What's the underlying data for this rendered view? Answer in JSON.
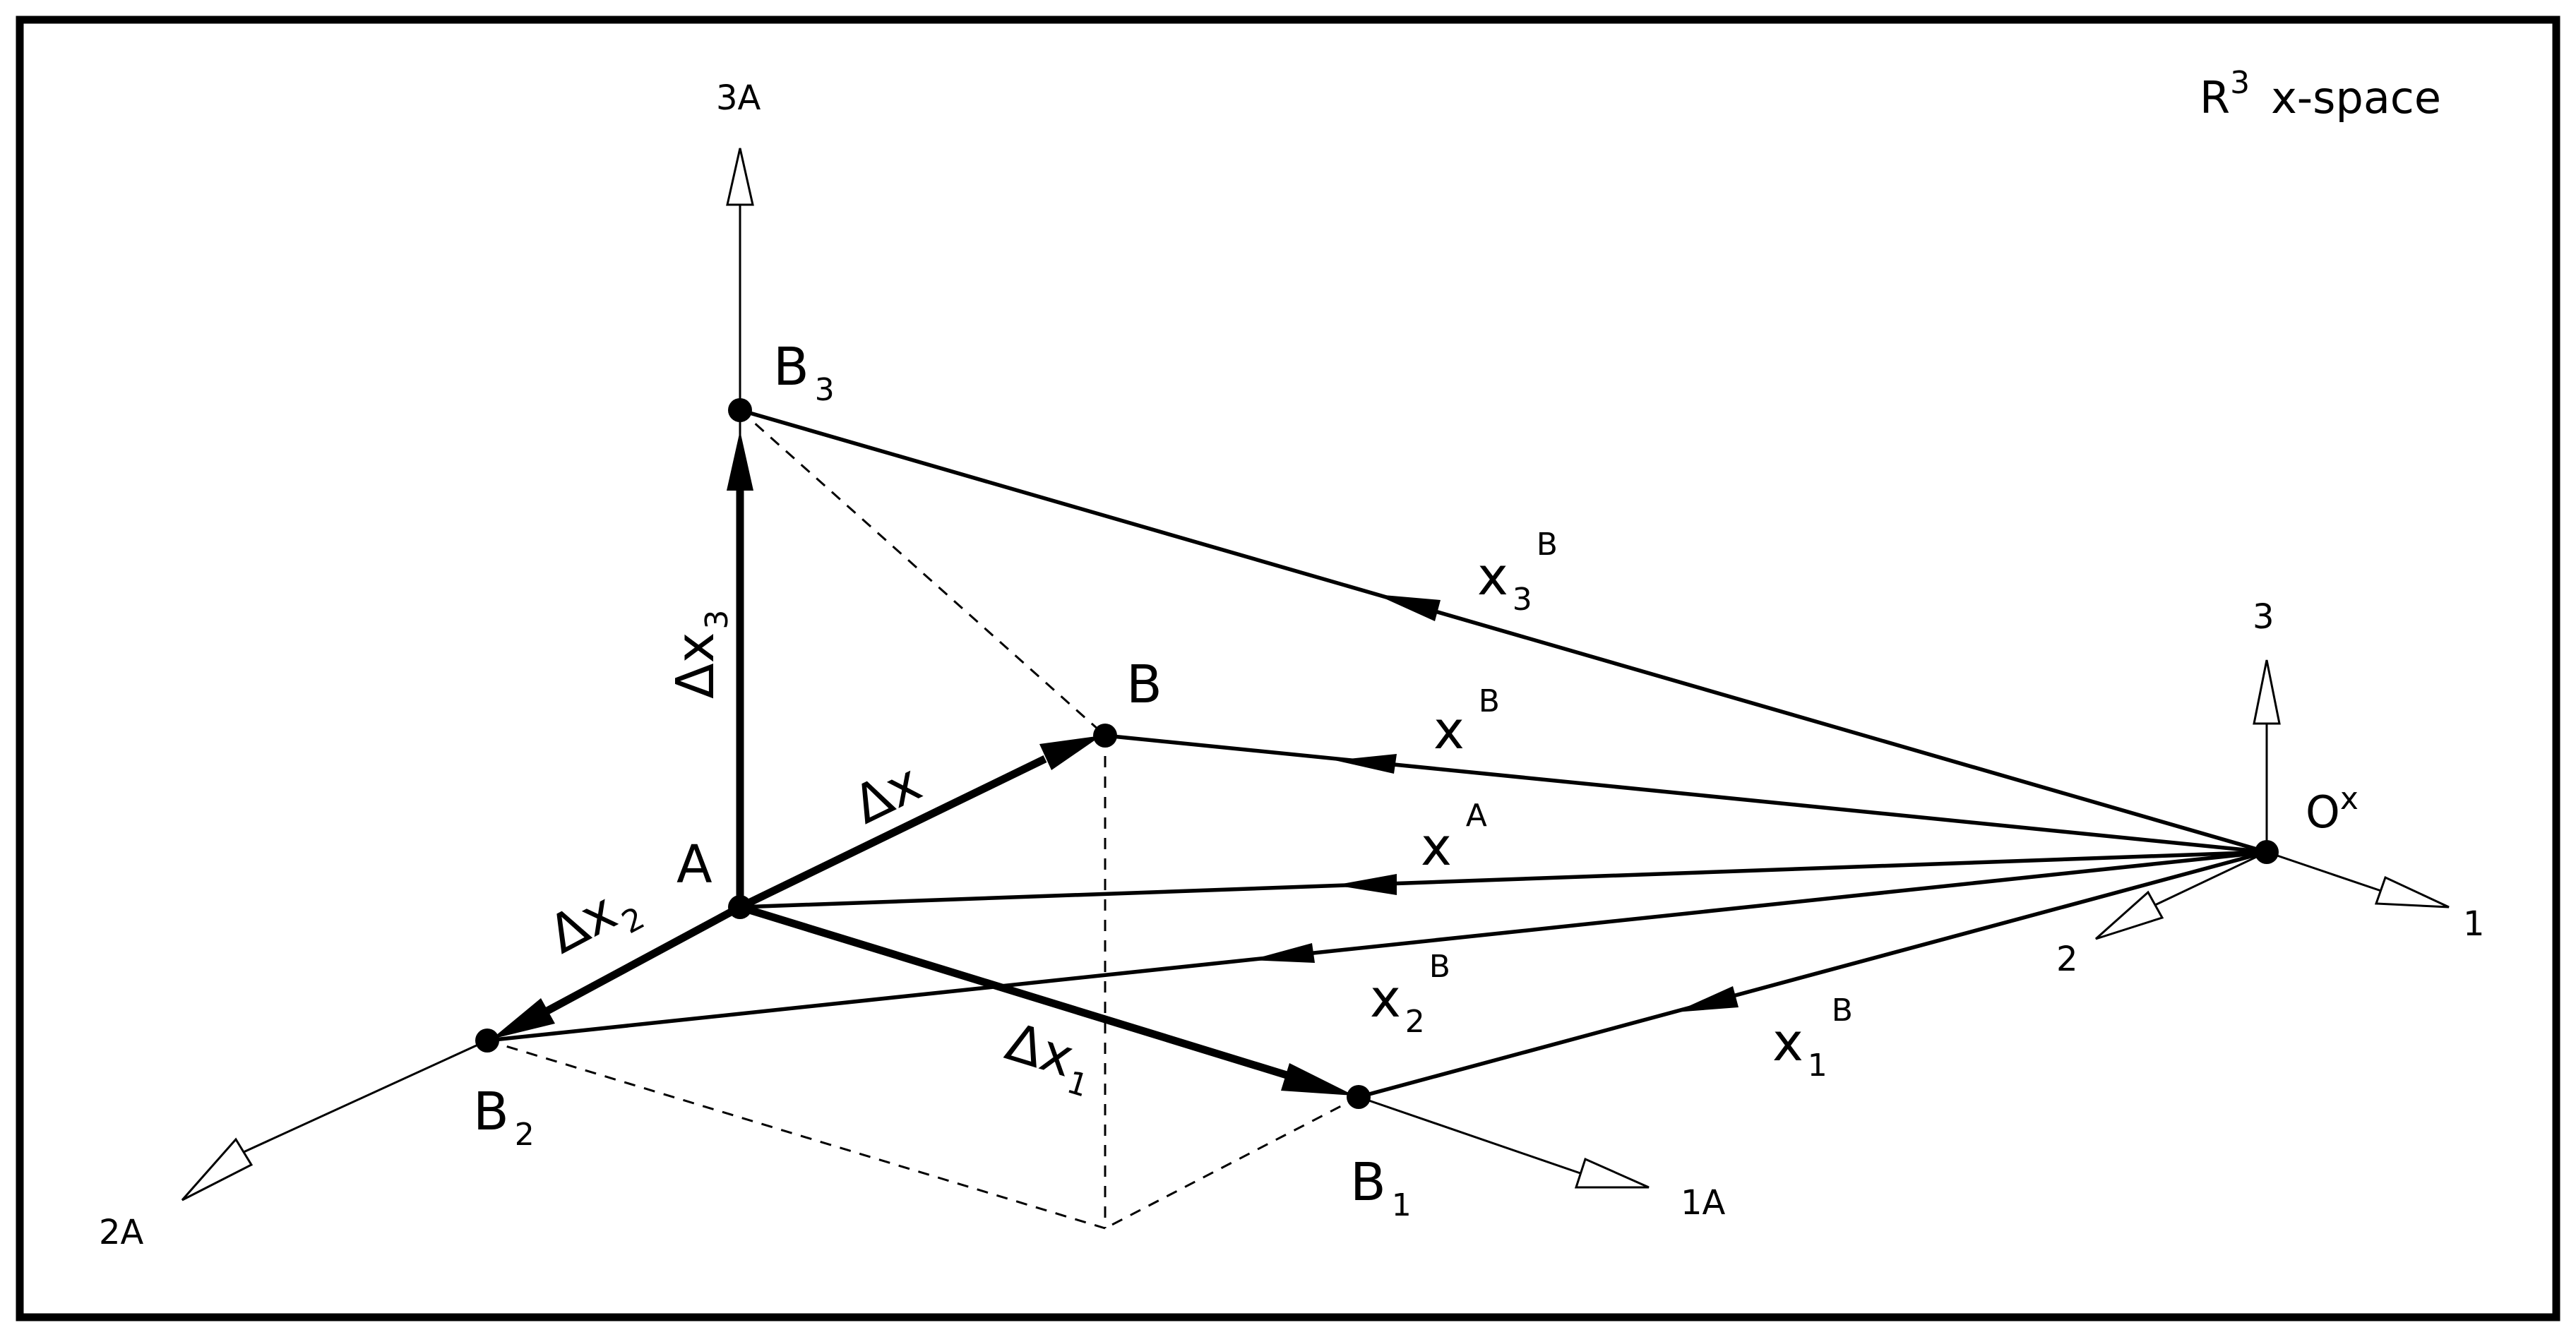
{
  "title": {
    "base": "R",
    "sup": "3",
    "rest": "x-space"
  },
  "points": {
    "A": "A",
    "B": "B",
    "B1": {
      "base": "B",
      "sub": "1"
    },
    "B2": {
      "base": "B",
      "sub": "2"
    },
    "B3": {
      "base": "B",
      "sub": "3"
    },
    "origin": {
      "base": "O",
      "sup": "x"
    }
  },
  "axes": {
    "a1": "1A",
    "a2": "2A",
    "a3": "3A",
    "o1": "1",
    "o2": "2",
    "o3": "3"
  },
  "vectors": {
    "dx": "Δx",
    "dx1": {
      "base": "Δx",
      "sub": "1"
    },
    "dx2": {
      "base": "Δx",
      "sub": "2"
    },
    "dx3": {
      "base": "Δx",
      "sub": "3"
    },
    "xA": {
      "base": "x",
      "sup": "A"
    },
    "xB": {
      "base": "x",
      "sup": "B"
    },
    "x1B": {
      "base": "x",
      "sub": "1",
      "sup": "B"
    },
    "x2B": {
      "base": "x",
      "sub": "2",
      "sup": "B"
    },
    "x3B": {
      "base": "x",
      "sub": "3",
      "sup": "B"
    }
  }
}
